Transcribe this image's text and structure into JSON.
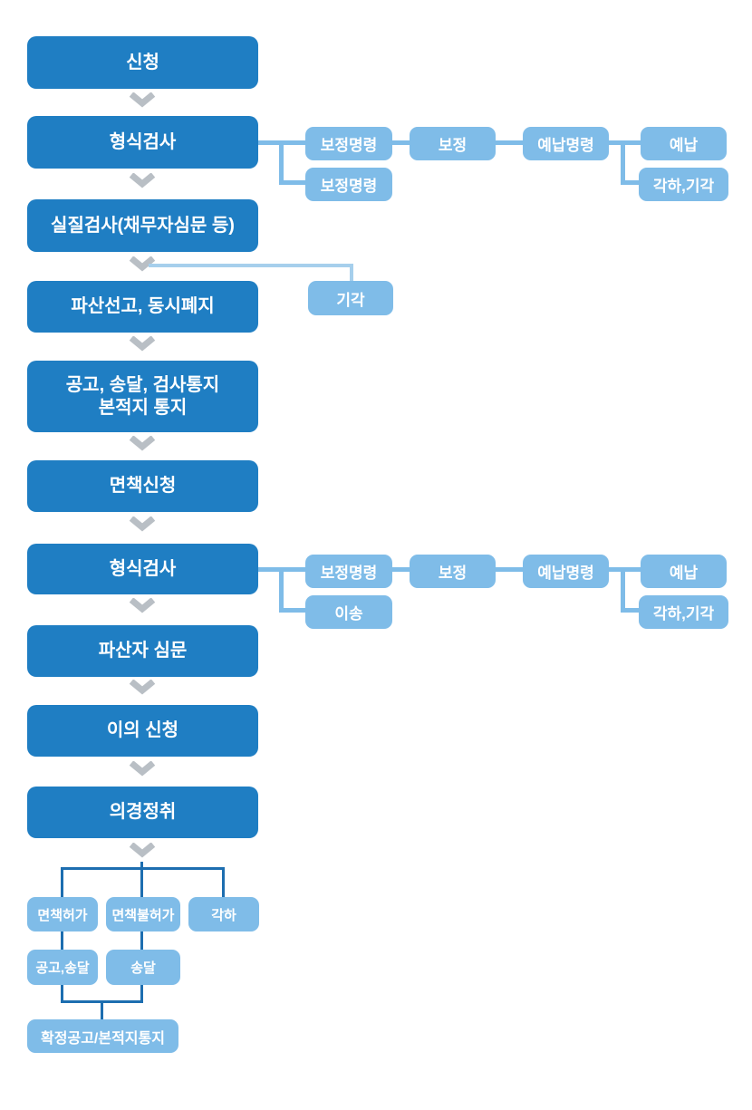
{
  "colors": {
    "primary_box": "#1f7ec3",
    "secondary_box": "#7fbce8",
    "connector_light": "#7fbce8",
    "connector_pale": "#a6cfec",
    "connector_dark": "#1d6eb0",
    "arrow": "#b9bfc5",
    "text": "#ffffff"
  },
  "flow": {
    "application": "신청",
    "formal_check_1": "형식검사",
    "substantive_check": "실질검사(채무자심문 등)",
    "bankruptcy_declaration": "파산선고, 동시폐지",
    "notice": "공고, 송달, 검사통지\n본적지 통지",
    "discharge_application": "면책신청",
    "formal_check_2": "형식검사",
    "bankrupt_hearing": "파산자 심문",
    "objection": "이의 신청",
    "opinion_hearing": "의경정취"
  },
  "substantive_branch": {
    "reject": "기각"
  },
  "branch1": {
    "correction_order_1": "보정명령",
    "correction_order_2": "보정명령",
    "correction": "보정",
    "deposit_order": "예납명령",
    "deposit": "예납",
    "dismiss_reject": "각하,기각"
  },
  "branch2": {
    "correction_order": "보정명령",
    "transfer": "이송",
    "correction": "보정",
    "deposit_order": "예납명령",
    "deposit": "예납",
    "dismiss_reject": "각하,기각"
  },
  "outcome": {
    "discharge_granted": "면책허가",
    "discharge_denied": "면책불허가",
    "dismissed": "각하",
    "notice_service": "공고,송달",
    "service": "송달",
    "final_notice": "확정공고/본적지통지"
  }
}
